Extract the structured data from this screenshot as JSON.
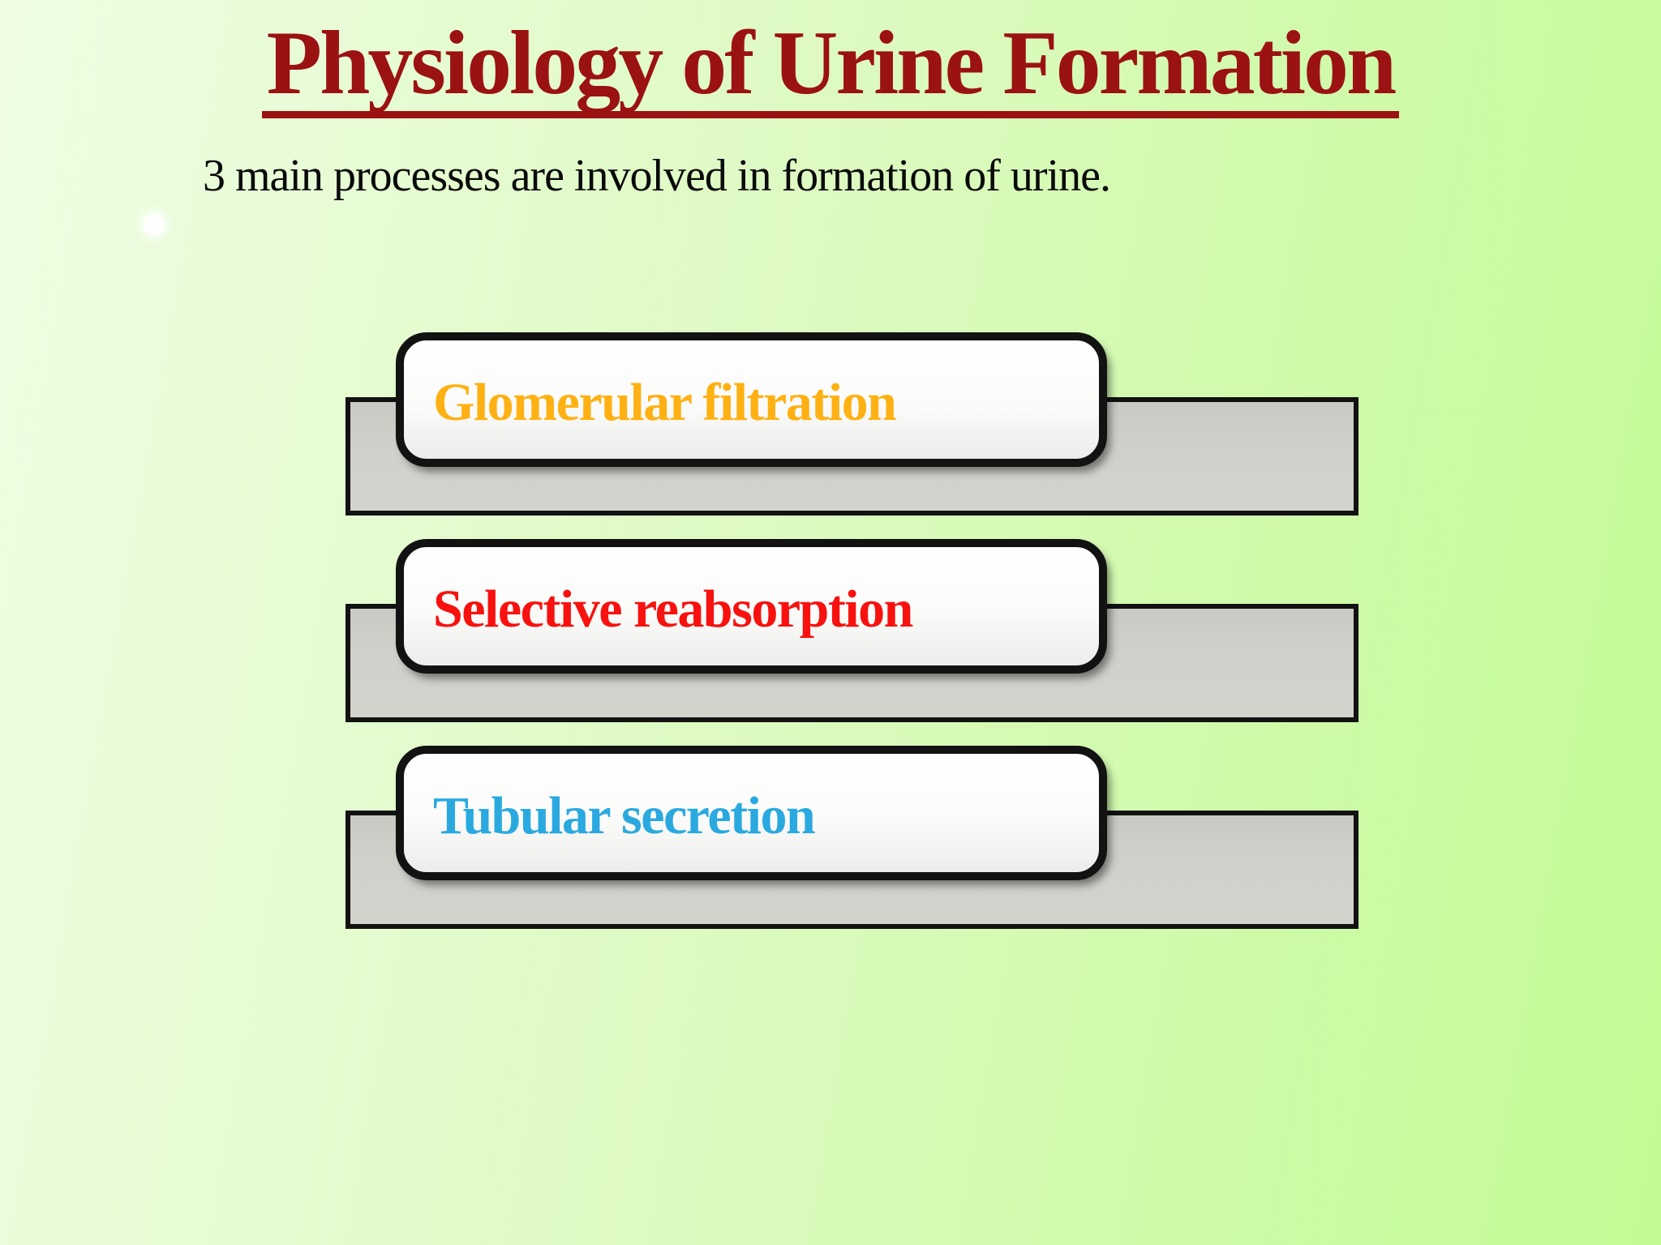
{
  "slide": {
    "title": "Physiology of Urine Formation",
    "bullet": "3 main processes are involved in formation of urine.",
    "processes": [
      {
        "label": "Glomerular filtration",
        "color": "#ffb113"
      },
      {
        "label": "Selective reabsorption",
        "color": "#f7120f"
      },
      {
        "label": "Tubular secretion",
        "color": "#2aa9e0"
      }
    ],
    "colors": {
      "title": "#9b1212",
      "bullet_text": "#0a0a0a",
      "box_border": "#121212",
      "bar_fill": "#cfd0ca",
      "bg_left": "#eefde4",
      "bg_mid": "#dcfabf",
      "bg_right": "#c2fb93"
    }
  }
}
